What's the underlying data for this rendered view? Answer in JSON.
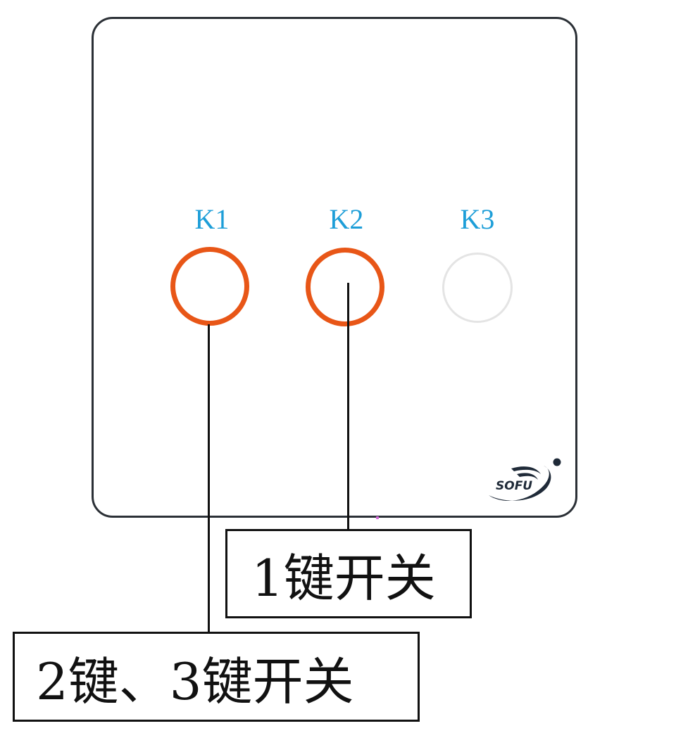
{
  "keys": [
    {
      "label": "K1",
      "state": "active"
    },
    {
      "label": "K2",
      "state": "active"
    },
    {
      "label": "K3",
      "state": "idle"
    }
  ],
  "callouts": {
    "one_key": "1键开关",
    "two_three_key": "2键、3键开关"
  },
  "logo": {
    "text": "SOFU",
    "icon": "brand-logo-icon"
  },
  "colors": {
    "panel_border": "#2b3036",
    "key_label": "#1d9ed8",
    "active_ring": "#e85617",
    "idle_ring": "#e4e4e4",
    "leader_line": "#111111",
    "logo": "#1f2a38"
  }
}
